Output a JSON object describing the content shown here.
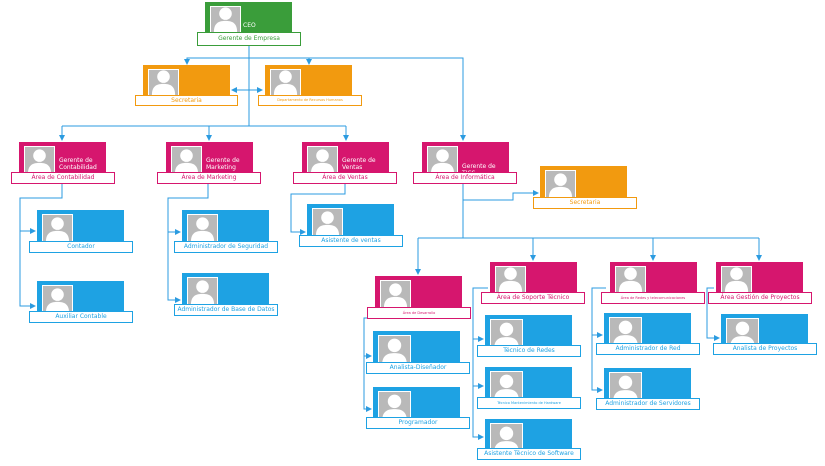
{
  "colors": {
    "green": "#3a9d3a",
    "magenta": "#d6166e",
    "orange": "#f29a0f",
    "blue": "#1ea2e3",
    "connector": "#2b9be0",
    "photo_bg": "#b9b9b9"
  },
  "nodes": {
    "ceo": {
      "title": "CEO",
      "label": "Gerente de Empresa"
    },
    "secretaria_1": {
      "label": "Secretaria"
    },
    "rrhh": {
      "label": "Departamento de Recursos Humanos"
    },
    "contabilidad": {
      "title": "Gerente de Contabilidad",
      "label": "Área de Contabilidad"
    },
    "marketing": {
      "title": "Gerente de Marketing",
      "label": "Área de Marketing"
    },
    "ventas": {
      "title": "Gerente de Ventas",
      "label": "Área de Ventas"
    },
    "informatica": {
      "title": "Gerente de TICS",
      "label": "Área de Informática"
    },
    "secretaria_2": {
      "label": "Secretaria"
    },
    "contador": {
      "label": "Contador"
    },
    "auxiliar_contable": {
      "label": "Auxiliar Contable"
    },
    "admin_seguridad": {
      "label": "Administrador de Seguridad"
    },
    "admin_bd": {
      "label": "Administrador de Base de Datos"
    },
    "asistente_ventas": {
      "label": "Asistente de ventas"
    },
    "desarrollo": {
      "label": "Área de Desarrollo"
    },
    "soporte": {
      "label": "Área de Soporte Técnico"
    },
    "redes": {
      "label": "Área de Redes y telecomunicaciones"
    },
    "proyectos": {
      "label": "Área Gestión de Proyectos"
    },
    "analista_disenador": {
      "label": "Analista-Diseñador"
    },
    "programador": {
      "label": "Programador"
    },
    "tecnico_redes": {
      "label": "Técnico de Redes"
    },
    "tecnico_hardware": {
      "label": "Técnico Mantenimiento de Hardware"
    },
    "asistente_software": {
      "label": "Asistente Técnico de Software"
    },
    "admin_red": {
      "label": "Administrador de Red"
    },
    "admin_servidores": {
      "label": "Administrador de Servidores"
    },
    "analista_proyectos": {
      "label": "Analista de Proyectos"
    }
  }
}
